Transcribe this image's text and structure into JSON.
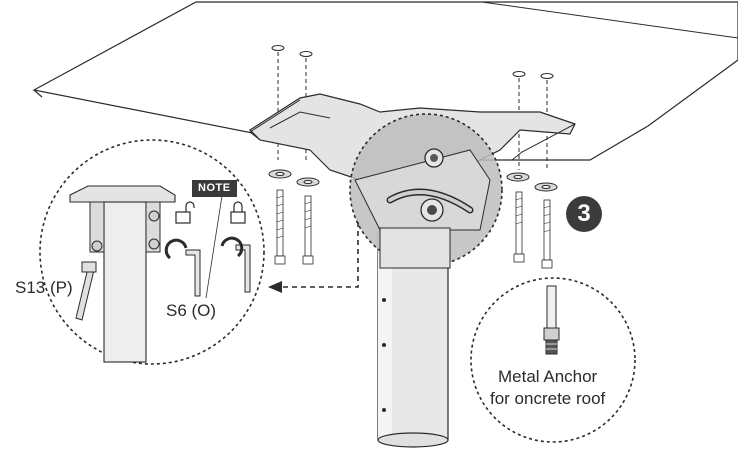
{
  "labels": {
    "wrench": "S13 (P)",
    "hex_key": "S6 (O)",
    "note": "NOTE",
    "anchor_line1": "Metal Anchor",
    "anchor_line2": "for oncrete roof",
    "step_number": "3"
  },
  "icons": [
    "ceiling-plate",
    "mount-bracket",
    "mounting-pole",
    "bolt",
    "washer",
    "anchor",
    "wrench",
    "hex-key",
    "unlock-icon",
    "lock-icon",
    "rotate-arrow-icon",
    "dashed-arrow"
  ],
  "colors": {
    "line": "#2b2b2b",
    "metal_light": "#e2e2e2",
    "metal_mid": "#c9c9c9",
    "zoom_fill": "#b8b8b8",
    "badge": "#3b3b3b"
  }
}
